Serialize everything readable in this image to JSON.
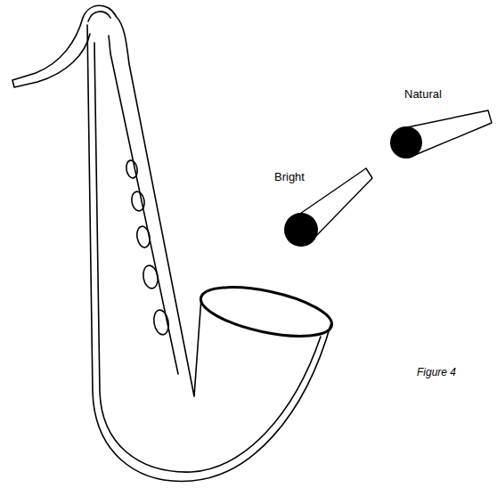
{
  "diagram": {
    "caption": "Figure 4",
    "labels": [
      "Natural",
      "Bright"
    ]
  }
}
